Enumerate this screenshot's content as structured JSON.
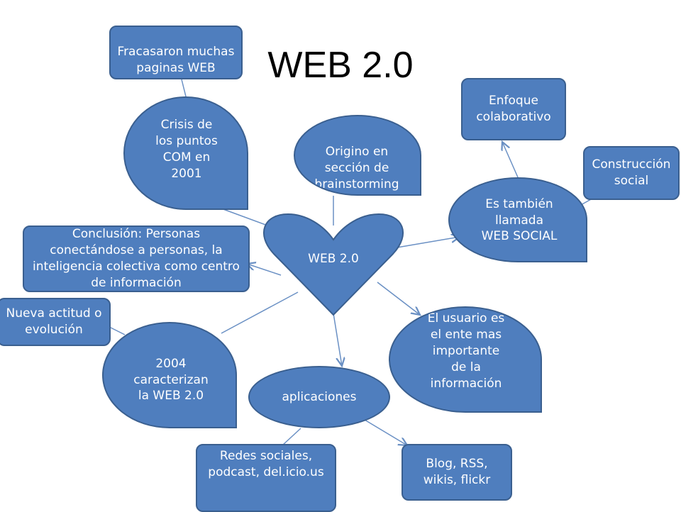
{
  "title": "WEB 2.0",
  "center": "WEB 2.0",
  "nodes": {
    "fracasaron": "Fracasaron muchas paginas WEB",
    "crisis": "Crisis de los puntos COM en 2001",
    "origino": "Origino en sección de brainstorming",
    "enfoque": "Enfoque colaborativo",
    "construccion": "Construcción social",
    "tambien": "Es también llamada WEB SOCIAL",
    "conclusion": "Conclusión: Personas conectándose a personas, la inteligencia colectiva como centro de información",
    "nueva": "Nueva actitud o evolución",
    "caracterizan": "2004 caracterizan la WEB 2.0",
    "usuario": "El usuario es el ente mas importante de la información",
    "aplicaciones": "aplicaciones",
    "redes": "Redes sociales, podcast, del.icio.us",
    "blog": "Blog, RSS, wikis, flickr"
  },
  "colors": {
    "fill": "#4F7EBE",
    "border": "#3A5F8F",
    "connector": "#6A90C4"
  }
}
